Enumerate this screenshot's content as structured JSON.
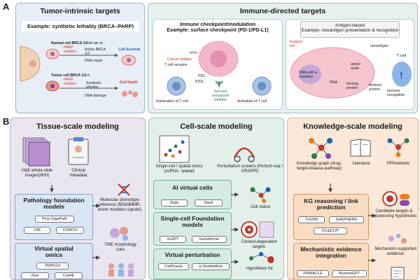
{
  "panelA": {
    "letter": "A",
    "left": {
      "title": "Tumor-intrinsic targets",
      "example": "Example: synthetic lethality (BRCA–PARP)",
      "normal": {
        "label": "Normal cell BRCA 1/2+/+ or +/-",
        "parp": "PARP inhibitor",
        "active": "Active BRCA 1/2",
        "dna": "DNA repair",
        "result": "Cell Survival"
      },
      "tumor": {
        "label": "Tumor cell BRCA 1/2-/-",
        "parp": "PARP inhibitor",
        "active": "Synthetic lethality",
        "dna": "DNA damage",
        "result": "Cell Death"
      }
    },
    "right": {
      "title": "Immune-directed targets",
      "checkpoint_box": "Immune checkpoint/modulation\nExample: surface checkpoint (PD-1/PD-L1)",
      "antigen_box": "Antigen-based\nExample: neoantigen presentation & recognition",
      "labels": {
        "mhc": "MHC",
        "cancer_antigen": "Cancer antigen",
        "tcr": "T cell receptor",
        "pd1": "PD1",
        "pdl1": "PD1L",
        "inhibitor": "Immune checkpoint inhibitor",
        "inactivation": "Inactivation of T cell",
        "activation": "Activation of T cell",
        "mutated": "mutated cell",
        "dna_mutation": "DNA with a mutation",
        "rna": "RNA",
        "amino": "amino acids",
        "forming": "forming protein",
        "finished": "finished protein",
        "neoantigen": "neoantigen",
        "tcell": "T cell",
        "immune_recog": "immune recognition"
      }
    }
  },
  "panelB": {
    "letter": "B",
    "tissue": {
      "title": "Tissue-scale modeling",
      "he_label": "H&E whole-slide images(WSI)",
      "clinical_label": "Clinical metadata",
      "m1_title": "Pathology foundation models",
      "m1_pills": [
        "Prov-GigaPath",
        "UNI",
        "CONCH"
      ],
      "m2_title": "Virtual spatial omics",
      "m2_pills": [
        "TRIPLEX",
        "iStar",
        "CarHE"
      ],
      "out1": "Molecular phenotype inference (MSI/dMMR, driver mutation signals)",
      "out2": "TME morphology cues"
    },
    "cell": {
      "title": "Cell-scale modeling",
      "in1": "Single-cell / spatial omics (scRNA, spatial)",
      "in2": "Perturbation screens (Perturb-seq / CRISPR)",
      "m1_title": "AI virtual cells",
      "m1_pills": [
        "State",
        "Stack"
      ],
      "m2_title": "Single-cell Foundation models",
      "m2_pills": [
        "scGPT",
        "Geneformer"
      ],
      "m3_title": "Virtual perturbation",
      "m3_pills": [
        "CellOracle",
        "scTenifoldKnk"
      ],
      "out1": "Cell status",
      "out2": "Context-dependent targets",
      "out3": "Hypothesis for"
    },
    "knowledge": {
      "title": "Knowledge-scale modeling",
      "in1": "Knowledge graph (drug-target-disease-pathway)",
      "in2": "Literature",
      "in3": "PPI/network",
      "m1_title": "KG reasoning / link prediction",
      "m1_pills": [
        "TxGNN",
        "SHEPHERD",
        "DrugCLIP"
      ],
      "m2_title": "Mechanistic evidence integration",
      "m2_pills": [
        "PINNACLE",
        "BiomedGPT"
      ],
      "out1": "Candidate targets & repurposing hypotheses",
      "out2": "Mechanism-supported evidence"
    }
  },
  "colors": {
    "tissue_bg": "#e9e6ef",
    "cell_bg": "#e3f0ea",
    "knowledge_bg": "#fbe8d8",
    "panelA_left_bg": "#e8eef8",
    "panelA_right_bg": "#e6f1ee",
    "module_blue": "#dbe6f4",
    "module_green": "#d5ebe1",
    "module_orange": "#f9dcc2"
  }
}
